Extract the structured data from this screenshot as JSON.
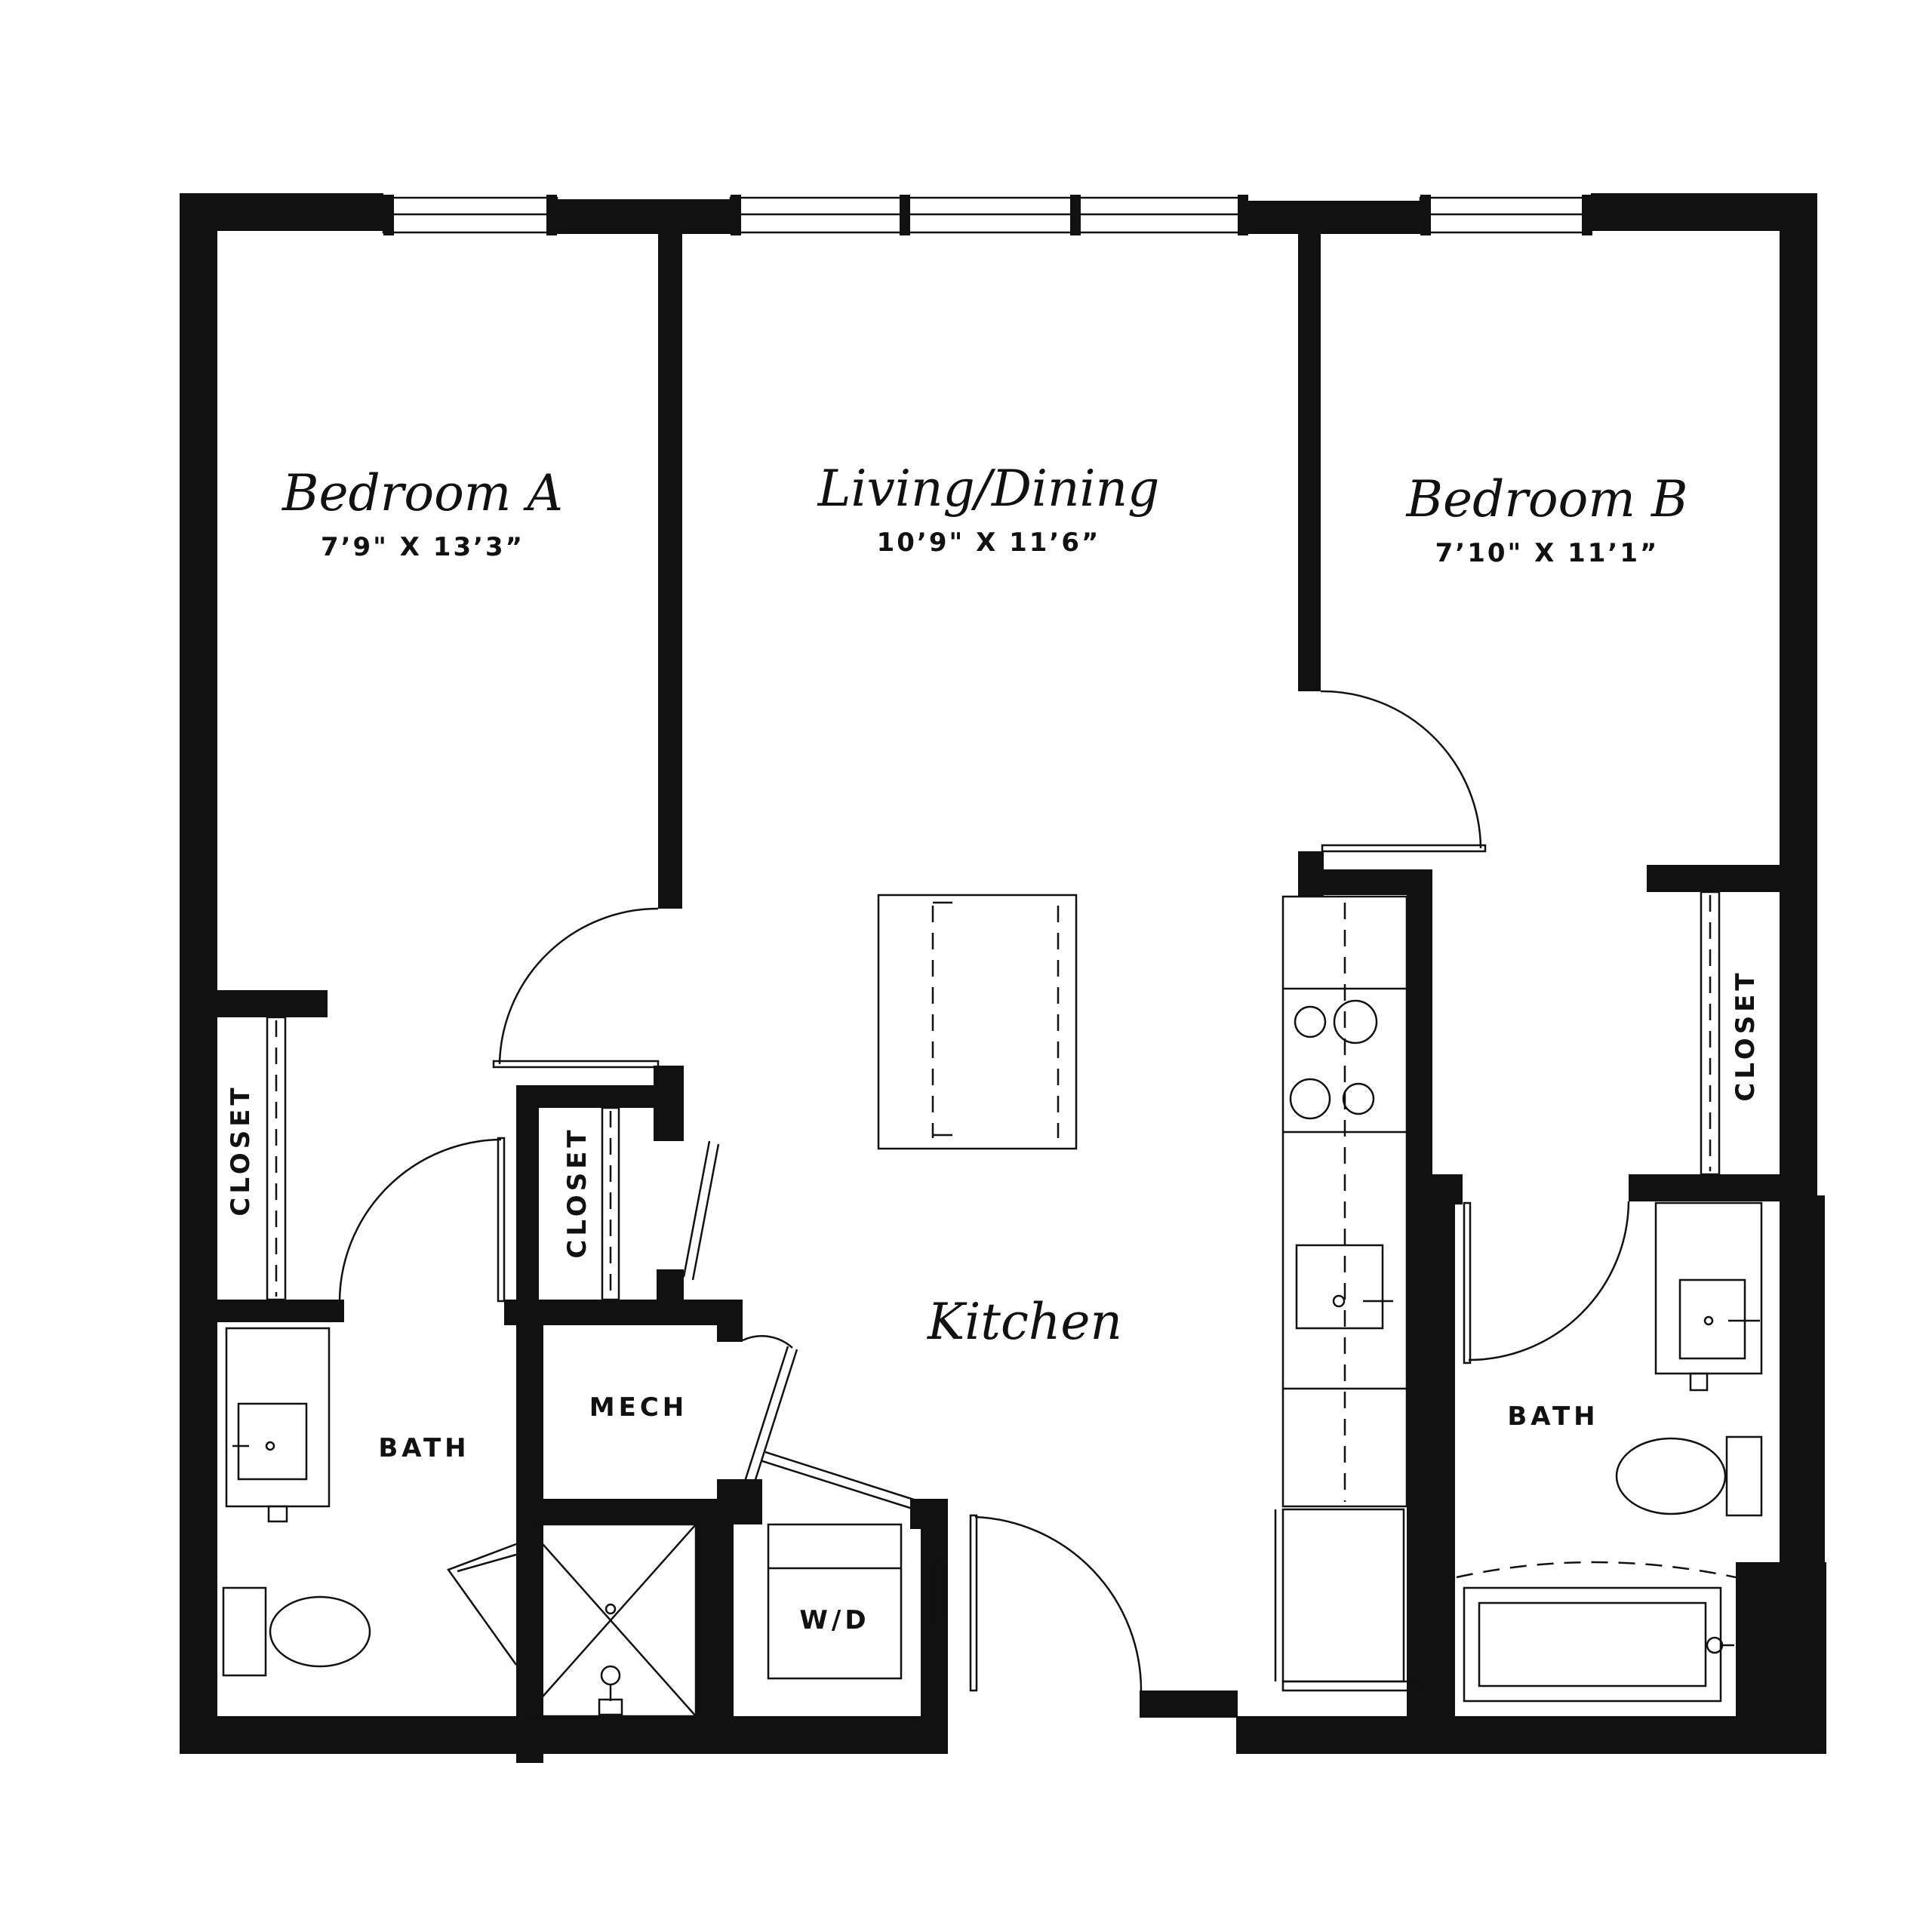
{
  "rooms": {
    "bedroom_a": {
      "name": "Bedroom A",
      "dims": "7’9\" X 13’3”"
    },
    "living": {
      "name": "Living/Dining",
      "dims": "10’9\" X 11’6”"
    },
    "bedroom_b": {
      "name": "Bedroom B",
      "dims": "7’10\" X 11’1”"
    },
    "kitchen": {
      "name": "Kitchen"
    }
  },
  "labels": {
    "closet_a": "CLOSET",
    "closet_hall": "CLOSET",
    "closet_b": "CLOSET",
    "mech": "MECH",
    "bath_a": "BATH",
    "bath_b": "BATH",
    "wd": "W/D"
  },
  "colors": {
    "wall": "#111111",
    "background": "#ffffff"
  }
}
